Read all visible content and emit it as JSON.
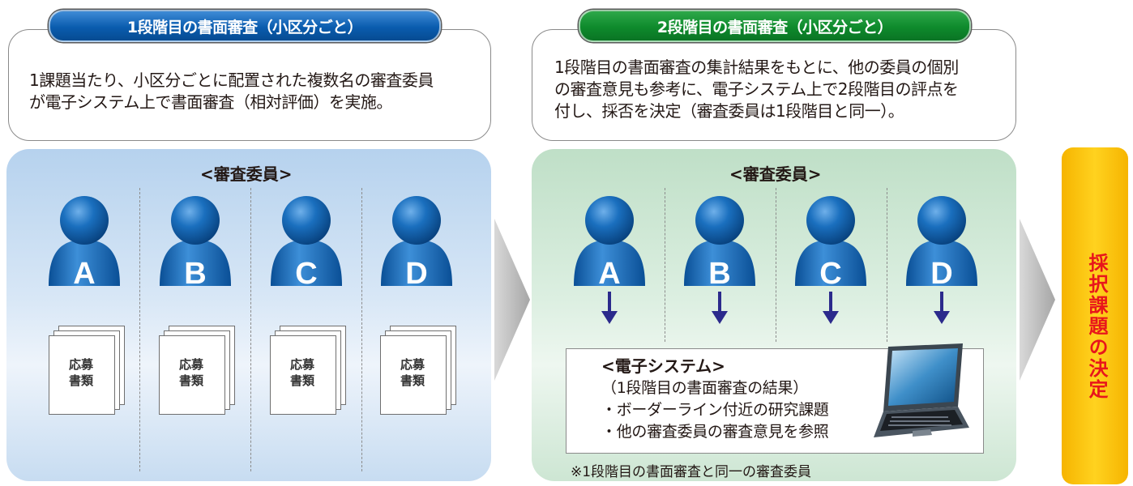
{
  "stage1": {
    "pill_label": "1段階目の書面審査（小区分ごと）",
    "description_lines": [
      "1課題当たり、小区分ごとに配置された複数名の審査委員",
      "が電子システム上で書面審査（相対評価）を実施。"
    ],
    "panel_title": "<審査委員>",
    "reviewers": [
      "A",
      "B",
      "C",
      "D"
    ],
    "doc_label_lines": [
      "応募",
      "書類"
    ]
  },
  "stage2": {
    "pill_label": "2段階目の書面審査（小区分ごと）",
    "description_lines": [
      "1段階目の書面審査の集計結果をもとに、他の委員の個別",
      "の審査意見も参考に、電子システム上で2段階目の評点を",
      "付し、採否を決定（審査委員は1段階目と同一）。"
    ],
    "panel_title": "<審査委員>",
    "reviewers": [
      "A",
      "B",
      "C",
      "D"
    ],
    "system": {
      "title": "<電子システム>",
      "lines": [
        "（1段階目の書面審査の結果）",
        "・ボーダーライン付近の研究課題",
        "・他の審査委員の審査意見を参照"
      ]
    },
    "note": "※1段階目の書面審査と同一の審査委員"
  },
  "result_label": "採択課題の決定",
  "colors": {
    "stage1_accent": "#0a5cae",
    "stage2_accent": "#0e8a2c",
    "person_blue": "#0d5ea8",
    "arrow_navy": "#2b2a8c",
    "result_bg": "#f6b400",
    "result_text": "#e8161b"
  },
  "icons": [
    "person-icon",
    "document-stack-icon",
    "down-arrow-icon",
    "laptop-icon",
    "right-arrow-icon"
  ]
}
